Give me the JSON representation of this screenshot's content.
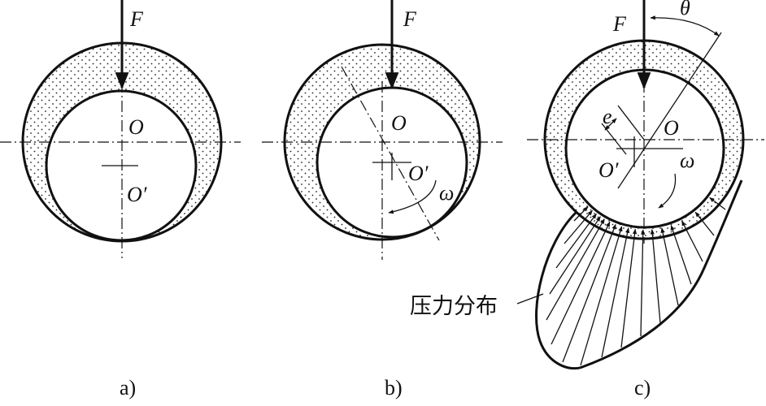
{
  "labels": {
    "force": "F",
    "center_bearing": "O",
    "center_journal": "O′",
    "omega": "ω",
    "theta": "θ",
    "eccentricity": "e",
    "pressure": "压力分布"
  },
  "captions": [
    "a)",
    "b)",
    "c)"
  ]
}
